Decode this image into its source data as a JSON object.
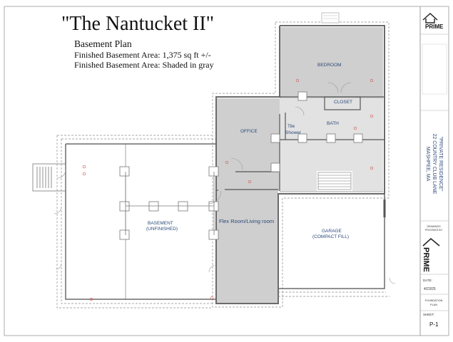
{
  "header": {
    "title": "\"The Nantucket II\"",
    "subtitle": "Basement Plan",
    "line1": "Finished Basement Area: 1,375 sq ft +/-",
    "line2": "Finished Basement Area: Shaded in gray"
  },
  "rooms": {
    "bedroom": "BEDROOM",
    "closet": "CLOSET",
    "bath": "BATH",
    "office": "OFFICE",
    "tile_shower_1": "Tile",
    "tile_shower_2": "Shower",
    "basement_1": "BASEMENT",
    "basement_2": "(UNFINISHED)",
    "flex": "Flex Room/Living room",
    "garage_1": "GARAGE",
    "garage_2": "(COMPACT FILL)"
  },
  "title_block": {
    "logo_word": "PRIME",
    "project_1": "\"PRIVATE RESIDENCE\"",
    "project_2": "22 COUNTRY CLUB LANE",
    "project_3": "MASHPEE, MA",
    "drawn_by_1": "DRAWINGS",
    "drawn_by_2": "PROVIDED BY:",
    "date_label": "DATE:",
    "date_value": "4/23/25",
    "plan_1": "FOUNDATION",
    "plan_2": "PLAN",
    "sheet_label": "SHEET:",
    "sheet_value": "P-1"
  },
  "colors": {
    "finished_fill": "#cfcfcf",
    "wall": "#6b6b6b",
    "room_text": "#2c4a7a"
  }
}
